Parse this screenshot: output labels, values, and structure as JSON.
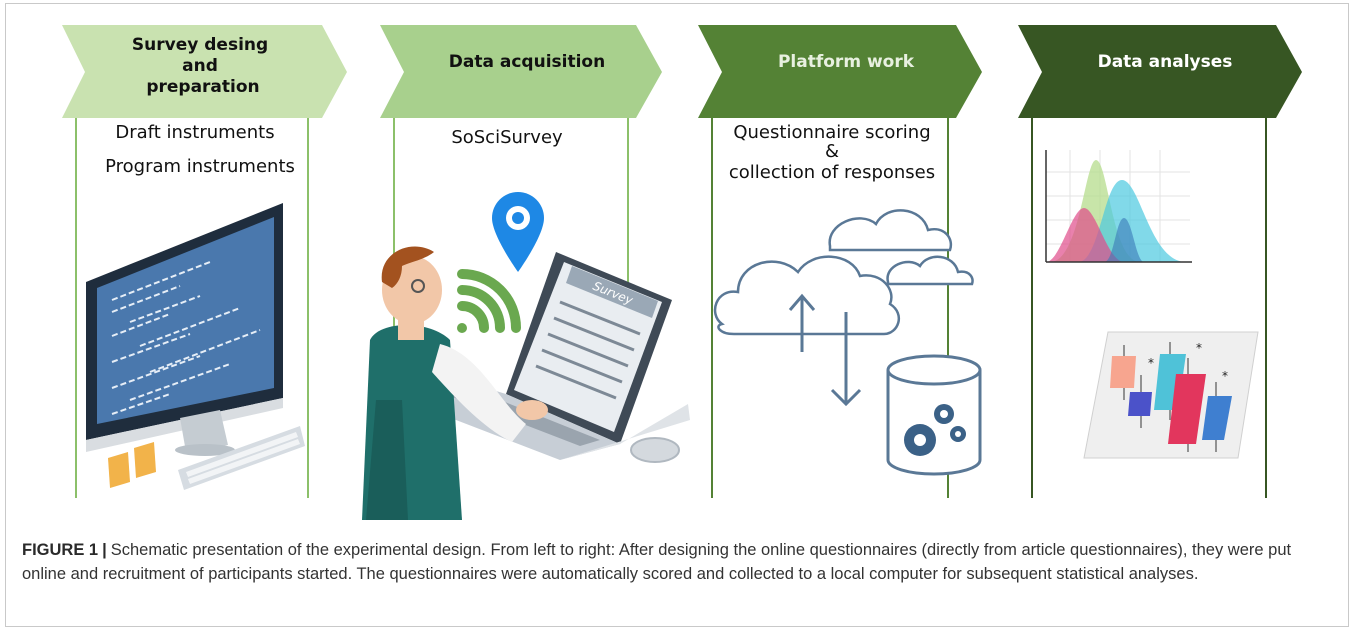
{
  "stages": [
    {
      "title_lines": [
        "Survey desing",
        "and",
        "preparation"
      ],
      "lines": [
        "Draft instruments",
        "Program instruments"
      ],
      "fill": "#c9e2b0",
      "text_color": "#111111",
      "line_color": "#8cc06a"
    },
    {
      "title_lines": [
        "Data acquisition"
      ],
      "lines": [
        "SoSciSurvey"
      ],
      "fill": "#a8d08d",
      "text_color": "#111111",
      "line_color": "#8cc06a"
    },
    {
      "title_lines": [
        "Platform work"
      ],
      "lines": [
        "Questionnaire scoring",
        "&",
        "collection of responses"
      ],
      "fill": "#548235",
      "text_color": "#e8f0e0",
      "line_color": "#548235"
    },
    {
      "title_lines": [
        "Data analyses"
      ],
      "lines": [],
      "fill": "#375623",
      "text_color": "#ffffff",
      "line_color": "#375623"
    }
  ],
  "laptop_screen_label": "Survey",
  "stats_markers": [
    "*",
    "*",
    "*"
  ],
  "caption": {
    "label": "FIGURE 1",
    "separator": "|",
    "text": "Schematic presentation of the experimental design. From left to right: After designing the online questionnaires (directly from article questionnaires), they were put online and recruitment of participants started. The questionnaires were automatically scored and collected to a local computer for subsequent statistical analyses."
  }
}
